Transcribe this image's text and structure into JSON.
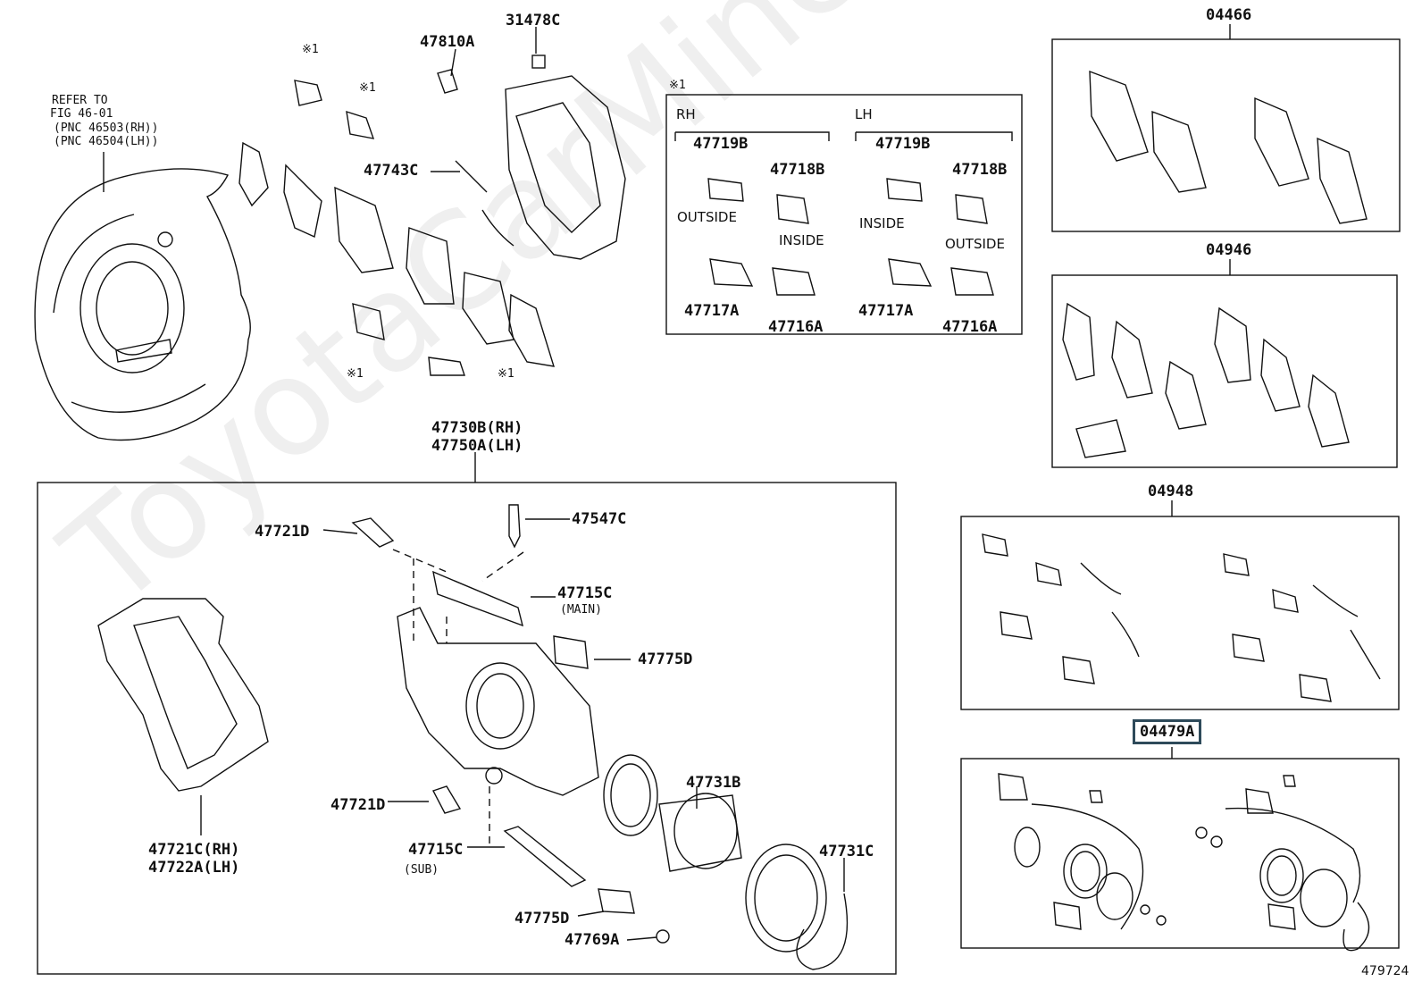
{
  "watermark": "ToyotaCarMine.ru",
  "diagram_id": "479724",
  "refer": {
    "line1": "REFER TO",
    "line2": "FIG 46-01",
    "line3": "(PNC 46503(RH))",
    "line4": "(PNC 46504(LH))"
  },
  "mark": "※1",
  "parts": {
    "p47810A": "47810A",
    "p31478C": "31478C",
    "p47743C": "47743C",
    "p47730B": "47730B(RH)",
    "p47750A": "47750A(LH)",
    "p47721D_top": "47721D",
    "p47547C": "47547C",
    "p47715C_main": "47715C",
    "main_note": "(MAIN)",
    "p47775D_top": "47775D",
    "p47731B": "47731B",
    "p47721D_bottom": "47721D",
    "p47715C_sub": "47715C",
    "sub_note": "(SUB)",
    "p47731C": "47731C",
    "p47775D_bottom": "47775D",
    "p47769A": "47769A",
    "p47721C": "47721C(RH)",
    "p47722A": "47722A(LH)",
    "p04466": "04466",
    "p04946": "04946",
    "p04948": "04948",
    "p04479A": "04479A"
  },
  "inset": {
    "mark": "※1",
    "rh": "RH",
    "lh": "LH",
    "rh_47719B": "47719B",
    "rh_47718B": "47718B",
    "rh_outside": "OUTSIDE",
    "rh_inside": "INSIDE",
    "rh_47717A": "47717A",
    "rh_47716A": "47716A",
    "lh_47719B": "47719B",
    "lh_47718B": "47718B",
    "lh_inside": "INSIDE",
    "lh_outside": "OUTSIDE",
    "lh_47717A": "47717A",
    "lh_47716A": "47716A"
  },
  "colors": {
    "line": "#111111",
    "highlight_border": "#2e4a5a"
  }
}
